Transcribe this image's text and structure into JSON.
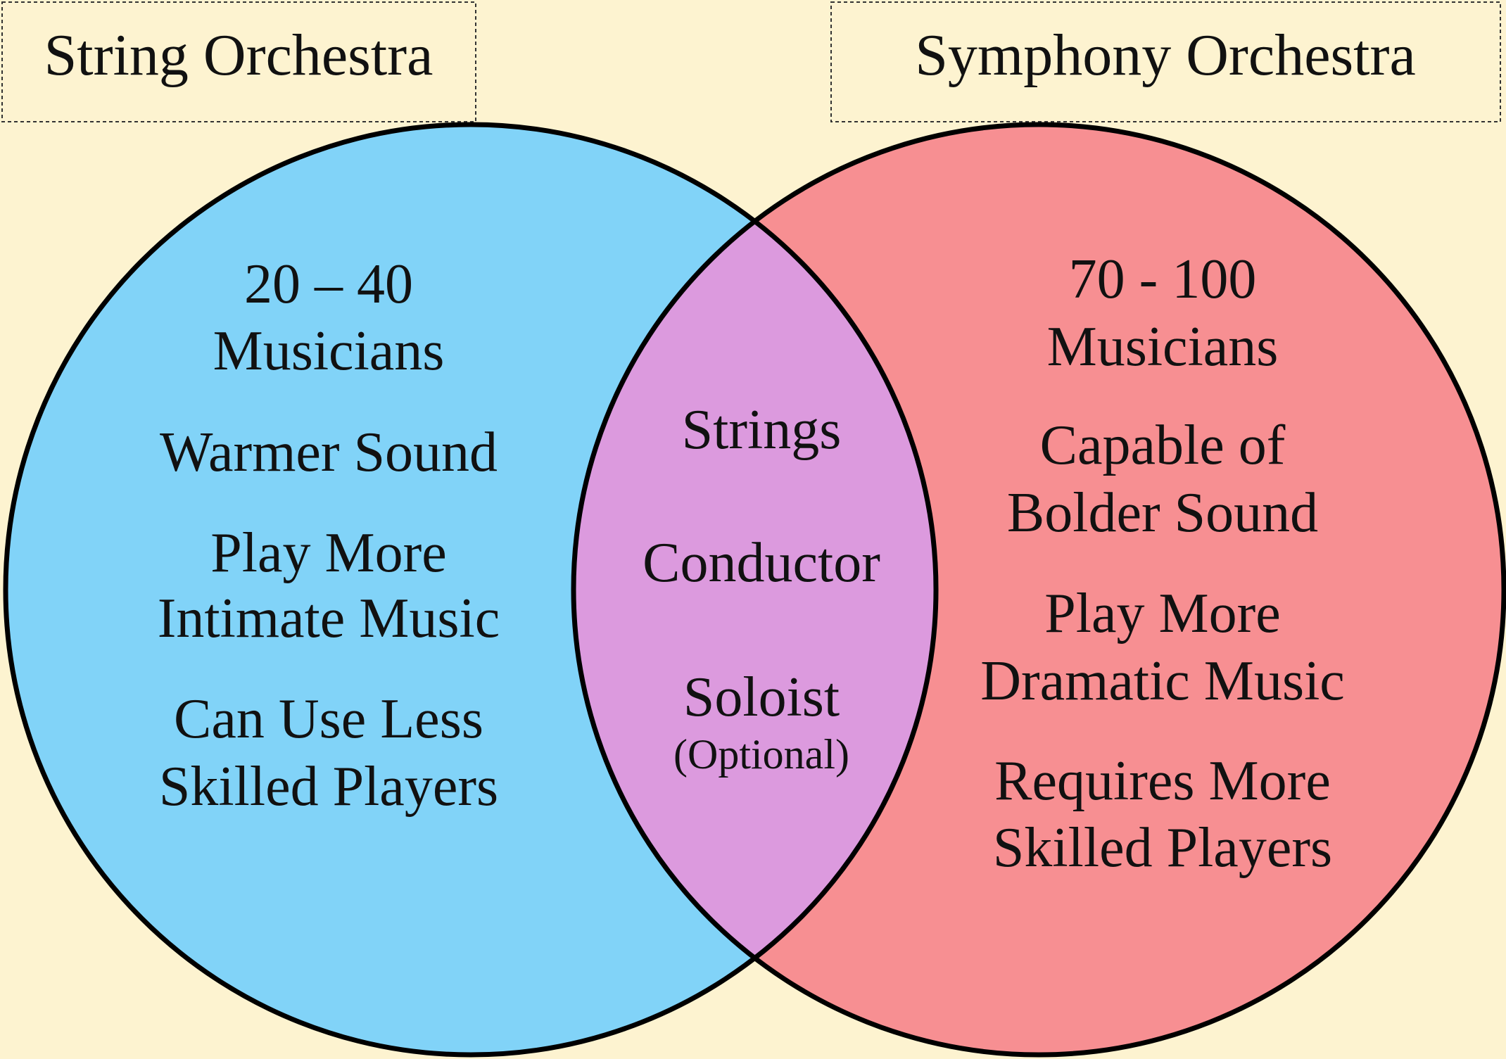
{
  "colors": {
    "background": "#fdf3d0",
    "left_circle": "#81d3f8",
    "right_circle": "#f78f92",
    "overlap": "#dc9ade"
  },
  "left": {
    "title": "String Orchestra",
    "lines": [
      "20 – 40",
      "Musicians",
      "Warmer Sound",
      "Play More",
      "Intimate Music",
      "Can Use Less",
      "Skilled Players"
    ]
  },
  "right": {
    "title": "Symphony Orchestra",
    "lines": [
      "70 - 100",
      "Musicians",
      "Capable of",
      "Bolder Sound",
      "Play More",
      "Dramatic Music",
      "Requires More",
      "Skilled Players"
    ]
  },
  "overlap": {
    "lines": [
      "Strings",
      "Conductor",
      "Soloist",
      "(Optional)"
    ]
  }
}
